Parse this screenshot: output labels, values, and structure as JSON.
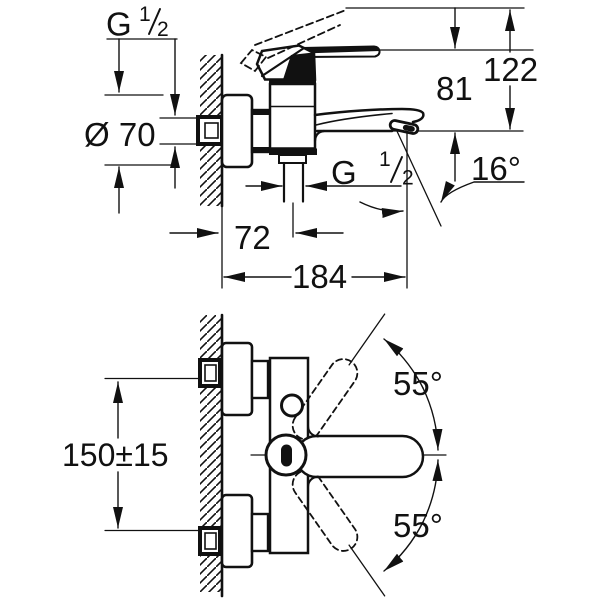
{
  "page": {
    "title": "bath-mixer-technical-drawing",
    "background": "#ffffff",
    "line_color": "#111111"
  },
  "side_view": {
    "dimensions": {
      "wall_thread": {
        "base": "G",
        "numerator": "1",
        "denominator": "2"
      },
      "escutcheon_diameter": "Ø 70",
      "total_height": "122",
      "outlet_to_lever_height": "81",
      "spout_angle": "16°",
      "outlet_thread": {
        "base": "G",
        "numerator": "1",
        "denominator": "2"
      },
      "wall_to_outlet": "72",
      "wall_to_spout_tip": "184"
    }
  },
  "plan_view": {
    "dimensions": {
      "connection_spacing": "150±15",
      "handle_swing_upper": "55°",
      "handle_swing_lower": "55°"
    }
  }
}
